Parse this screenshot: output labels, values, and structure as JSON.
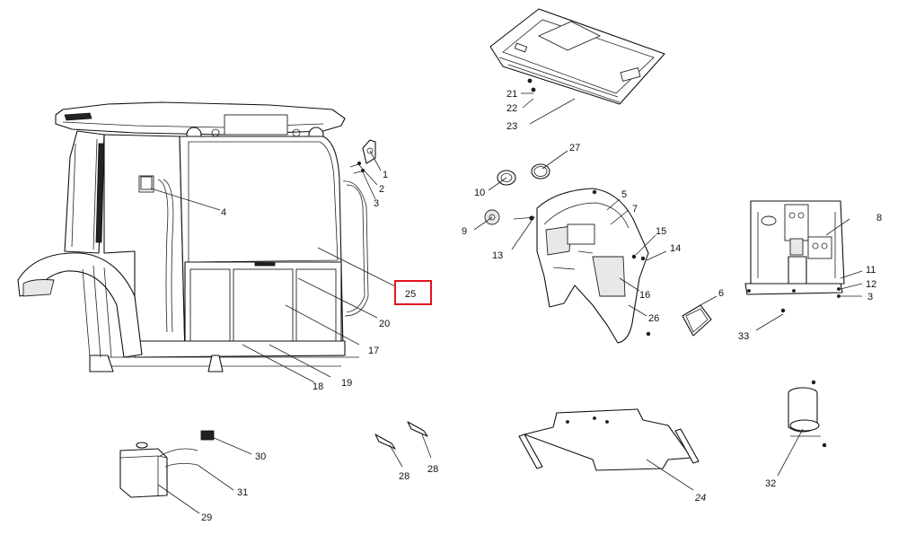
{
  "diagram": {
    "highlight_color": "#e0141e",
    "highlighted_callout": "25",
    "callouts": {
      "c1": "1",
      "c2": "2",
      "c3": "3",
      "c4": "4",
      "c5": "5",
      "c6": "6",
      "c7": "7",
      "c8": "8",
      "c9": "9",
      "c10": "10",
      "c11": "11",
      "c12": "12",
      "c3b": "3",
      "c13": "13",
      "c14": "14",
      "c15": "15",
      "c16": "16",
      "c17": "17",
      "c18": "18",
      "c19": "19",
      "c20": "20",
      "c21": "21",
      "c22": "22",
      "c23": "23",
      "c24": "24",
      "c25": "25",
      "c26": "26",
      "c27": "27",
      "c28a": "28",
      "c28b": "28",
      "c29": "29",
      "c30": "30",
      "c31": "31",
      "c32": "32",
      "c33": "33"
    }
  }
}
